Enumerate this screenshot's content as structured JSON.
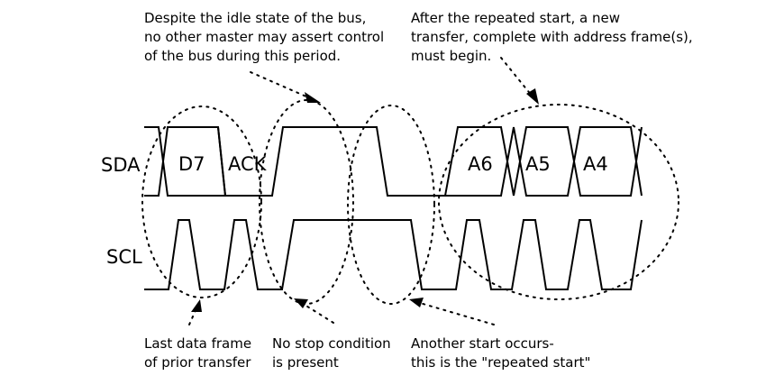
{
  "signals": {
    "sda": "SDA",
    "scl": "SCL"
  },
  "bits": {
    "d7": "D7",
    "ack": "ACK",
    "a6": "A6",
    "a5": "A5",
    "a4": "A4"
  },
  "annotations": {
    "idle": [
      "Despite the idle state of the bus,",
      "no other master may assert control",
      "of the bus during this period."
    ],
    "repeated_start_begin": [
      "After the repeated start, a new",
      "transfer, complete with address frame(s),",
      "must begin."
    ],
    "last_frame": [
      "Last data frame",
      "of prior transfer"
    ],
    "no_stop": [
      "No stop condition",
      "is present"
    ],
    "another_start": [
      "Another start occurs-",
      "this is the \"repeated start\""
    ]
  }
}
